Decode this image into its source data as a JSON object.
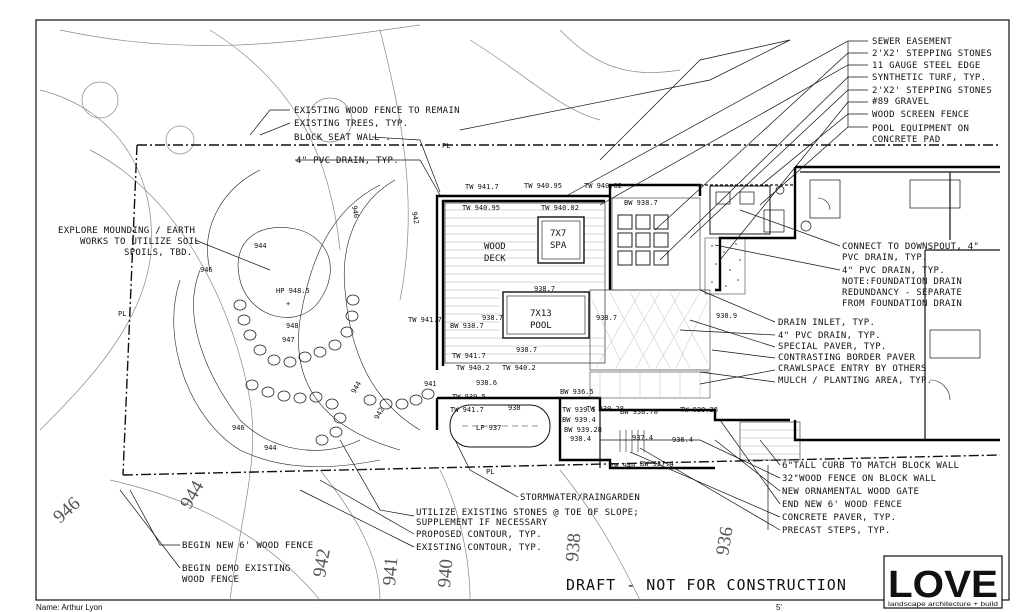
{
  "callouts_right": [
    "SEWER EASEMENT",
    "2'X2' STEPPING STONES",
    "11 GAUGE STEEL EDGE",
    "SYNTHETIC TURF, TYP.",
    "2'X2' STEPPING STONES",
    "#89 GRAVEL",
    "WOOD SCREEN FENCE",
    "POOL EQUIPMENT ON",
    "CONCRETE PAD"
  ],
  "callouts_mid_right": [
    "CONNECT TO DOWNSPOUT, 4\"",
    "PVC DRAIN, TYP.",
    "4\" PVC DRAIN, TYP.",
    "NOTE:FOUNDATION DRAIN",
    "REDUNDANCY - SEPARATE",
    "FROM FOUNDATION DRAIN",
    "DRAIN INLET, TYP.",
    "4\" PVC DRAIN, TYP.",
    "SPECIAL PAVER, TYP.",
    "CONTRASTING BORDER PAVER",
    "CRAWLSPACE ENTRY BY OTHERS",
    "MULCH / PLANTING AREA, TYP."
  ],
  "callouts_bottom_right": [
    "6\"TALL CURB TO MATCH BLOCK WALL",
    "32\"WOOD FENCE ON BLOCK WALL",
    "NEW ORNAMENTAL WOOD GATE",
    "END NEW 6' WOOD FENCE",
    "CONCRETE PAVER, TYP.",
    "PRECAST STEPS, TYP."
  ],
  "callouts_top_left": [
    "EXISTING WOOD FENCE TO REMAIN",
    "EXISTING TREES, TYP.",
    "BLOCK SEAT WALL .",
    "4\" PVC DRAIN, TYP."
  ],
  "callout_explore": [
    "EXPLORE MOUNDING / EARTH",
    "WORKS TO UTILIZE SOIL",
    "SPOILS, TBD."
  ],
  "callouts_bottom": [
    "STORMWATER/RAINGARDEN",
    "UTILIZE EXISTING STONES @ TOE OF SLOPE;",
    "SUPPLEMENT IF NECESSARY",
    "PROPOSED CONTOUR, TYP.",
    "EXISTING CONTOUR, TYP."
  ],
  "callouts_bottom_left": [
    "BEGIN NEW 6' WOOD FENCE",
    "BEGIN DEMO EXISTING",
    "WOOD FENCE"
  ],
  "areas": {
    "wood_deck_1": "WOOD",
    "wood_deck_2": "DECK",
    "spa_1": "7X7",
    "spa_2": "SPA",
    "pool_1": "7X13",
    "pool_2": "POOL"
  },
  "spot_elevations": {
    "tw_941_7_top": "TW 941.7",
    "tw_940_95": "TW 940.95",
    "tw_940_02": "TW 940.02",
    "tw_940_95_b": "TW 940.95",
    "tw_940_02_b": "TW 940.02",
    "bw_938_7_top": "BW 938.7",
    "tw_941_7_left": "TW 941.7",
    "bw_938_7_left": "BW 938.7",
    "e938_7_a": "938.7",
    "e938_7_b": "938.7",
    "e938_7_c": "938.7",
    "e938_9": "938.9",
    "e938_7_d": "938.7",
    "tw_941_7_mid": "TW 941.7",
    "tw_940_2": "TW 940.2",
    "tw_940_2_b": "TW 940.2",
    "e941": "941",
    "e938_6": "938.6",
    "bw_936_5": "BW 936.5",
    "tw_939_5": "TW 939.5",
    "tw_941_7_low": "TW 941.7",
    "e938": "938",
    "tw_939_5_b": "TW 939.5",
    "bw_939_4": "BW 939.4",
    "tw_939_28": "TW 939.28",
    "bw_938_78": "BW 938.78",
    "tw_939_28_b": "TW 939.28",
    "lp_937": "LP 937",
    "bw_939_28": "BW 939.28",
    "e938_4": "938.4",
    "e937_4": "937.4",
    "e936_4": "936.4",
    "tw_940": "TW 940",
    "bw_937_4": "BW 937.4",
    "hp_948_5": "HP 948.5"
  },
  "contours_small": {
    "c946_a": "946",
    "c944": "944",
    "c942": "942",
    "c946_b": "946",
    "c947": "947",
    "c948": "948",
    "c942_b": "942",
    "c944_b": "944",
    "c946_c": "946",
    "c944_c": "944"
  },
  "contours_big": {
    "b946": "946",
    "b944": "944",
    "b942": "942",
    "b941": "941",
    "b940": "940",
    "b938": "938",
    "b936": "936"
  },
  "draft_title": "DRAFT - NOT FOR CONSTRUCTION",
  "footer_name": "Name: Arthur Lyon",
  "footer_scale": "5'",
  "logo": {
    "word": "LOVE",
    "sub": "landscape architecture + build"
  },
  "property_line_marks": {
    "pl_top": "PL",
    "pl_left": "PL",
    "pl_bottom": "PL"
  }
}
